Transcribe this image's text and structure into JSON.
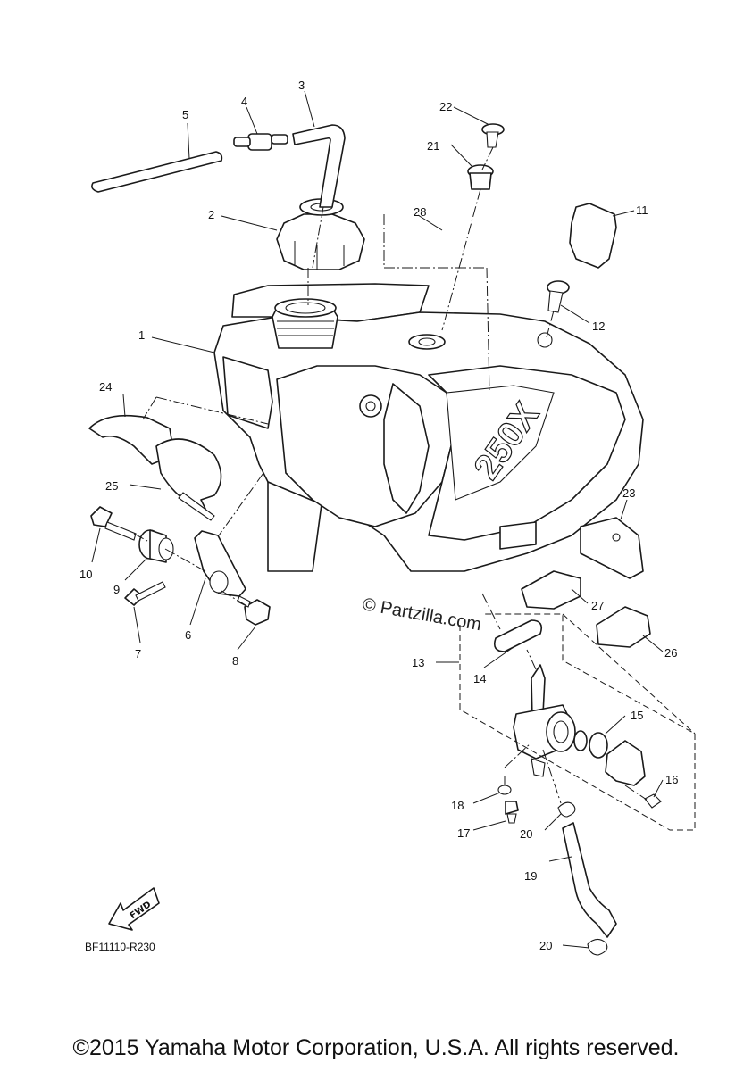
{
  "diagram": {
    "code": "BF11110-R230",
    "watermark": "© Partzilla.com",
    "fwd_label": "FWD",
    "callouts": {
      "c1": "1",
      "c2": "2",
      "c3": "3",
      "c4": "4",
      "c5": "5",
      "c6": "6",
      "c7": "7",
      "c8": "8",
      "c9": "9",
      "c10": "10",
      "c11": "11",
      "c12": "12",
      "c13": "13",
      "c14": "14",
      "c15": "15",
      "c16": "16",
      "c17": "17",
      "c18": "18",
      "c19": "19",
      "c20a": "20",
      "c20b": "20",
      "c21": "21",
      "c22": "22",
      "c23": "23",
      "c24": "24",
      "c25": "25",
      "c26": "26",
      "c27": "27",
      "c28": "28"
    },
    "decal_text": "250X"
  },
  "footer": {
    "copyright": "©2015 Yamaha Motor Corporation, U.S.A. All rights reserved."
  }
}
